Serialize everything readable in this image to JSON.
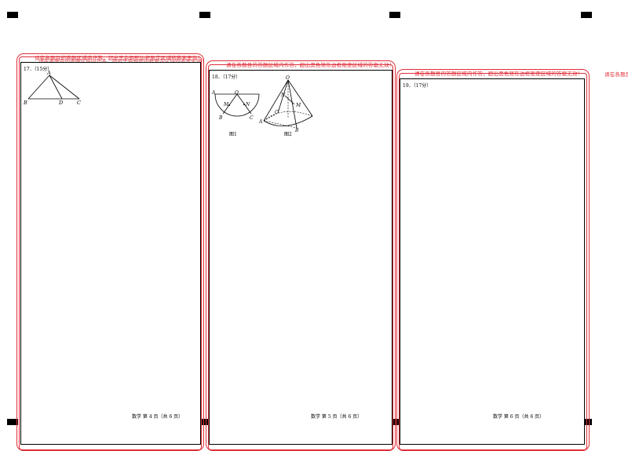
{
  "notice": "请在各题目的答题区域内作答，超出黑色矩形边框限定区域的答案无效！",
  "notice_partial": "请在各题目",
  "pages": [
    {
      "question_label": "17．（15分）",
      "figure_points": [
        "A",
        "B",
        "D",
        "C"
      ],
      "footer": "数学  第 4 页（共 6 页）"
    },
    {
      "question_label": "18．（17分）",
      "figure1_points": [
        "A",
        "O",
        "M",
        "N",
        "B",
        "C"
      ],
      "figure2_points": [
        "O",
        "N",
        "M",
        "C",
        "A",
        "B"
      ],
      "figure1_caption": "图1",
      "figure2_caption": "图2",
      "footer": "数学  第 5 页（共 6 页）"
    },
    {
      "question_label": "19．（17分）",
      "footer": "数学  第 6 页（共 6 页）"
    }
  ]
}
